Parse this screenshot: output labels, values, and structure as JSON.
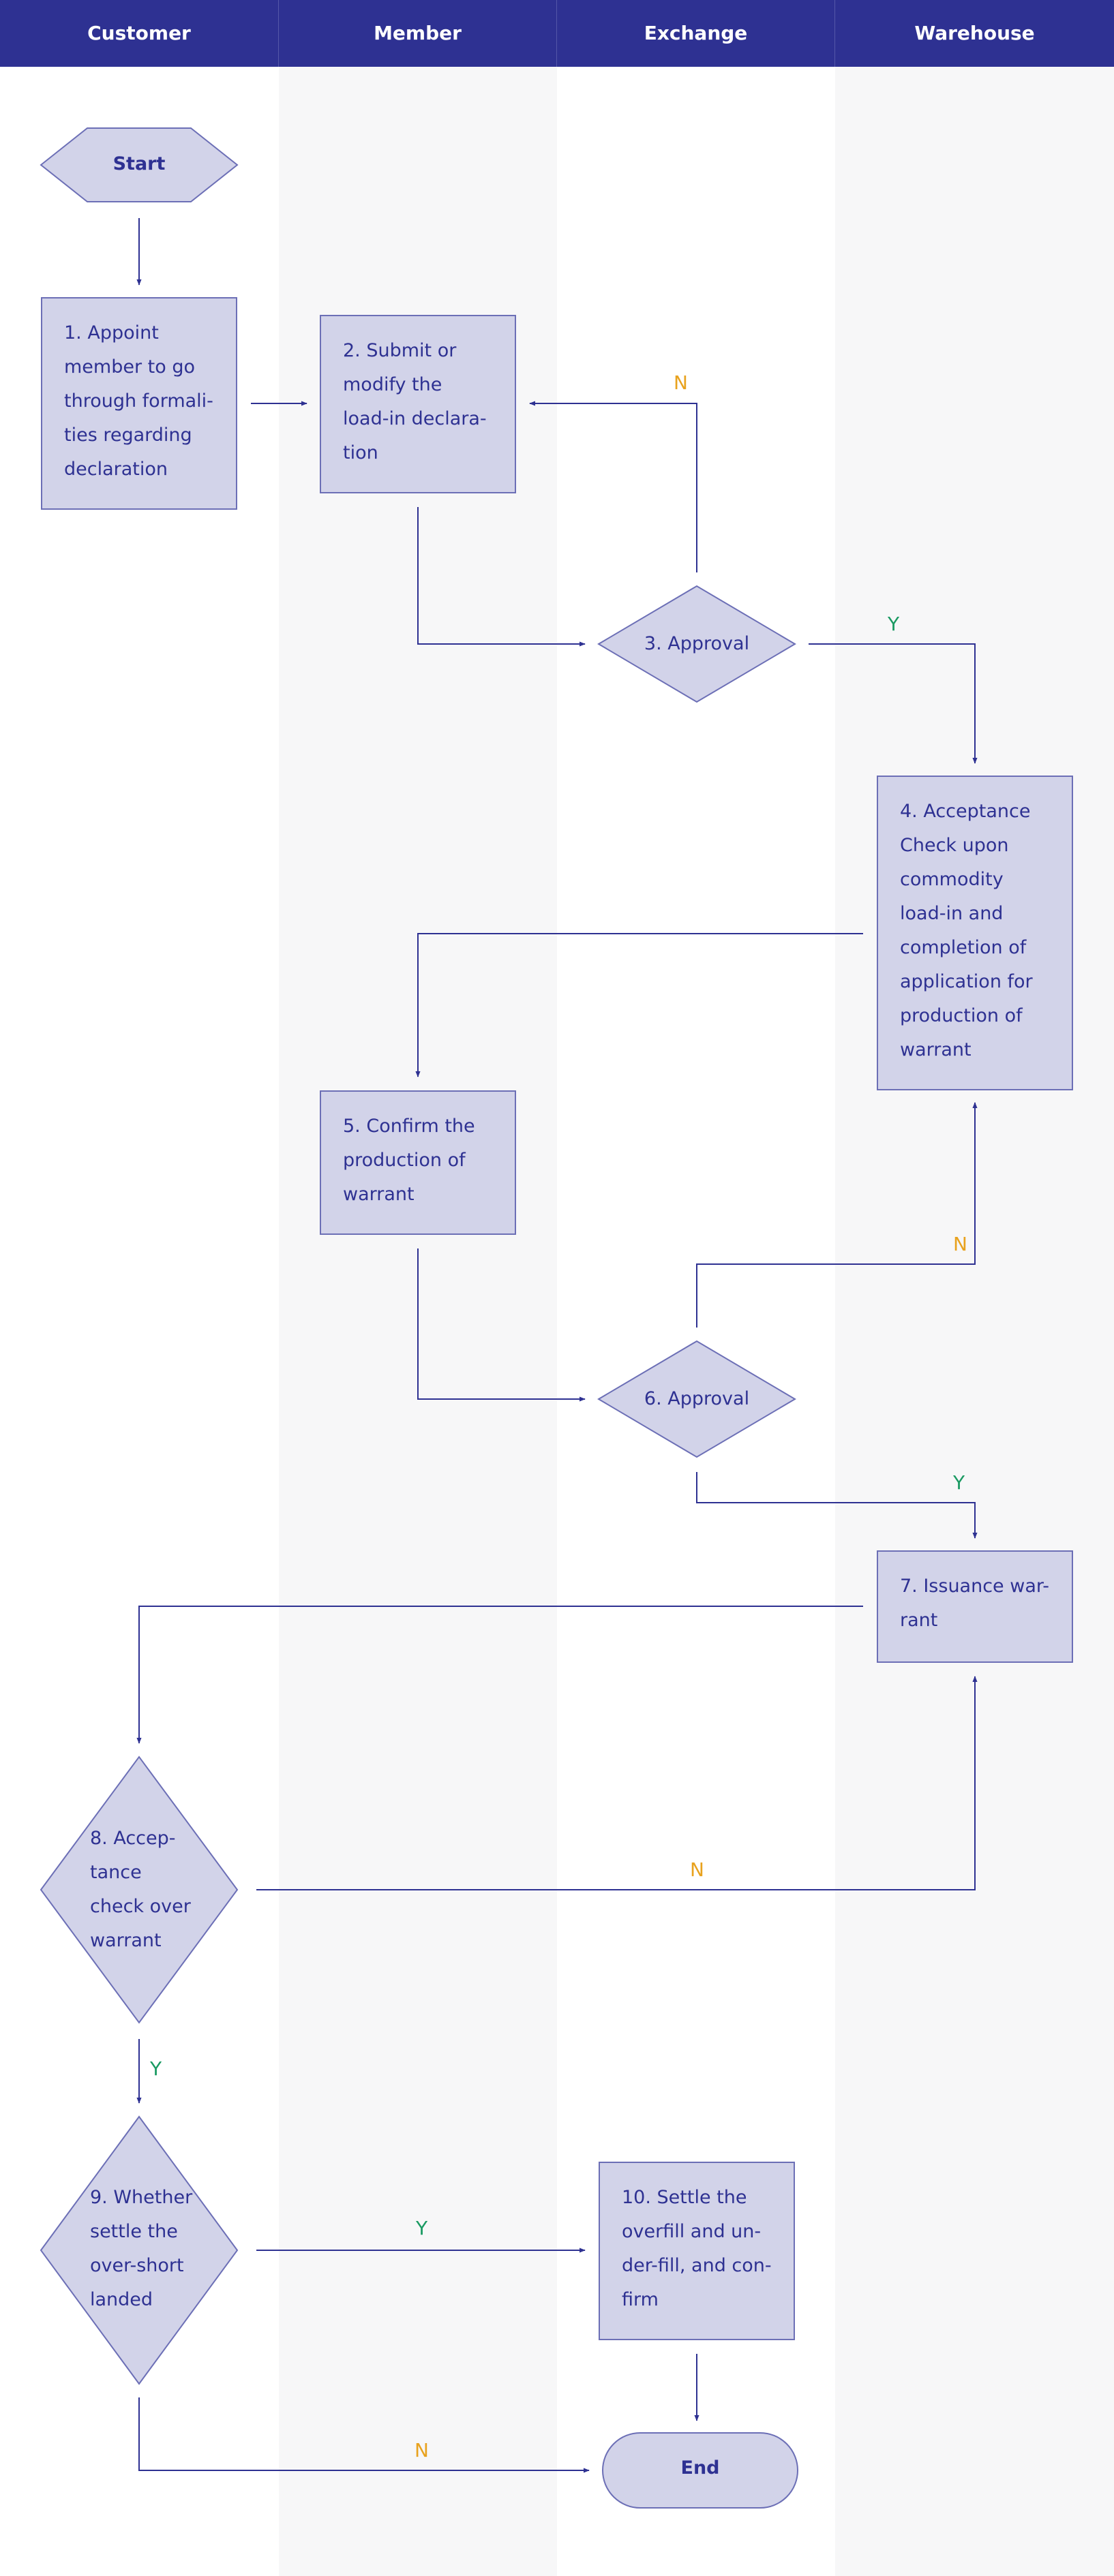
{
  "colors": {
    "header_bg": "#2e3192",
    "header_text": "#ffffff",
    "node_fill": "#d2d3e9",
    "node_stroke": "#6c6fb6",
    "node_text": "#2e3192",
    "edge": "#2e3192",
    "yes_label": "#1a9a62",
    "no_label": "#e8a21e",
    "lane_alt_bg": "#f7f7f8"
  },
  "lanes": [
    {
      "id": "customer",
      "label": "Customer"
    },
    {
      "id": "member",
      "label": "Member"
    },
    {
      "id": "exchange",
      "label": "Exchange"
    },
    {
      "id": "warehouse",
      "label": "Warehouse"
    }
  ],
  "nodes": {
    "start": {
      "shape": "hexagon",
      "lane": "customer",
      "lines": [
        "Start"
      ]
    },
    "n1": {
      "shape": "rect",
      "lane": "customer",
      "lines": [
        "1. Appoint",
        "member to go",
        "through formali-",
        "ties regarding",
        "declaration"
      ]
    },
    "n2": {
      "shape": "rect",
      "lane": "member",
      "lines": [
        "2. Submit or",
        "modify the",
        "load-in declara-",
        "tion"
      ]
    },
    "n3": {
      "shape": "diamond",
      "lane": "exchange",
      "lines": [
        "3. Approval"
      ]
    },
    "n4": {
      "shape": "rect",
      "lane": "warehouse",
      "lines": [
        "4. Acceptance",
        "Check upon",
        "commodity",
        "load-in and",
        "completion of",
        "application for",
        "production of",
        "warrant"
      ]
    },
    "n5": {
      "shape": "rect",
      "lane": "member",
      "lines": [
        "5. Confirm the",
        "production of",
        "warrant"
      ]
    },
    "n6": {
      "shape": "diamond",
      "lane": "exchange",
      "lines": [
        "6. Approval"
      ]
    },
    "n7": {
      "shape": "rect",
      "lane": "warehouse",
      "lines": [
        "7. Issuance war-",
        "rant"
      ]
    },
    "n8": {
      "shape": "diamond",
      "lane": "customer",
      "lines": [
        "8. Accep-",
        "tance",
        "check over",
        "warrant"
      ]
    },
    "n9": {
      "shape": "diamond",
      "lane": "customer",
      "lines": [
        "9. Whether",
        "settle the",
        "over-short",
        "landed"
      ]
    },
    "n10": {
      "shape": "rect",
      "lane": "exchange",
      "lines": [
        "10. Settle the",
        "overfill and un-",
        "der-fill, and con-",
        "firm"
      ]
    },
    "end": {
      "shape": "terminal",
      "lane": "exchange",
      "lines": [
        "End"
      ]
    }
  },
  "edges": [
    {
      "from": "start",
      "to": "n1",
      "label": ""
    },
    {
      "from": "n1",
      "to": "n2",
      "label": ""
    },
    {
      "from": "n2",
      "to": "n3",
      "label": ""
    },
    {
      "from": "n3",
      "to": "n2",
      "label": "N"
    },
    {
      "from": "n3",
      "to": "n4",
      "label": "Y"
    },
    {
      "from": "n4",
      "to": "n5",
      "label": ""
    },
    {
      "from": "n5",
      "to": "n6",
      "label": ""
    },
    {
      "from": "n6",
      "to": "n4",
      "label": "N"
    },
    {
      "from": "n6",
      "to": "n7",
      "label": "Y"
    },
    {
      "from": "n7",
      "to": "n8",
      "label": ""
    },
    {
      "from": "n8",
      "to": "n7",
      "label": "N"
    },
    {
      "from": "n8",
      "to": "n9",
      "label": "Y"
    },
    {
      "from": "n9",
      "to": "n10",
      "label": "Y"
    },
    {
      "from": "n9",
      "to": "end",
      "label": "N"
    },
    {
      "from": "n10",
      "to": "end",
      "label": ""
    }
  ]
}
